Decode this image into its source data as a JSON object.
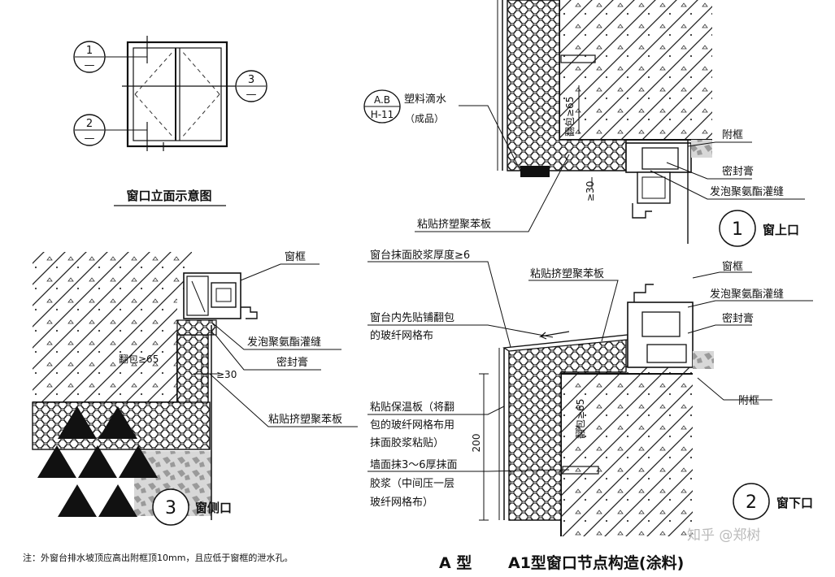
{
  "elevation": {
    "title": "窗口立面示意图",
    "markers": [
      {
        "num": "1",
        "sub": "—"
      },
      {
        "num": "2",
        "sub": "—"
      },
      {
        "num": "3",
        "sub": "—"
      }
    ]
  },
  "detail_1": {
    "caption_num": "1",
    "caption": "窗上口",
    "labels": {
      "tag_top": "A.B",
      "tag_bottom": "H-11",
      "drip": "塑料滴水",
      "drip_sub": "（成品）",
      "sub_frame": "附框",
      "sealant": "密封膏",
      "foam_fill": "发泡聚氨酯灌缝",
      "xps": "粘贴挤塑聚苯板",
      "dim_wrap": "翻包≥65",
      "dim_30": "≥30"
    }
  },
  "detail_2": {
    "caption_num": "2",
    "caption": "窗下口",
    "labels": {
      "sill_mortar": "窗台抹面胶浆厚度≥6",
      "xps": "粘贴挤塑聚苯板",
      "frame": "窗框",
      "foam_fill": "发泡聚氨酯灌缝",
      "sealant": "密封膏",
      "mesh_1": "窗台内先贴铺翻包",
      "mesh_2": "的玻纤网格布",
      "sub_frame": "附框",
      "board_1": "粘贴保温板（将翻",
      "board_2": "包的玻纤网格布用",
      "board_3": "抹面胶浆粘贴）",
      "plaster_1": "墙面抹3～6厚抹面",
      "plaster_2": "胶浆（中间压一层",
      "plaster_3": "玻纤网格布）",
      "dim_200": "200",
      "dim_wrap": "翻包≥65"
    }
  },
  "detail_3": {
    "caption_num": "3",
    "caption": "窗侧口",
    "labels": {
      "frame": "窗框",
      "foam_fill": "发泡聚氨酯灌缝",
      "sealant": "密封膏",
      "dim_wrap": "翻包≥65",
      "dim_30": "≥30",
      "xps": "粘贴挤塑聚苯板"
    }
  },
  "footer": {
    "note": "注：外窗台排水坡顶应高出附框顶10mm，且应低于窗框的泄水孔。",
    "type_label": "A 型",
    "title": "A1型窗口节点构造(涂料)",
    "watermark": "知乎 @郑树"
  }
}
